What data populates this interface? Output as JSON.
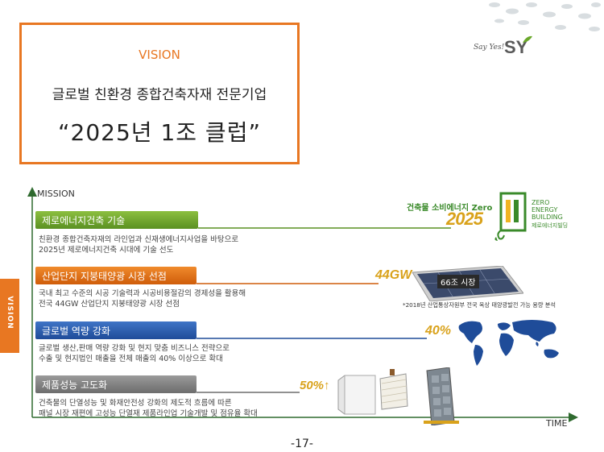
{
  "vision": {
    "label": "VISION",
    "line1": "글로벌 친환경 종합건축자재 전문기업",
    "line2": "“2025년 1조 클럽”"
  },
  "logo": {
    "tagline": "Say Yes!",
    "brand": "SY"
  },
  "axis": {
    "y_label": "MISSION",
    "x_label": "TIME"
  },
  "side_tab": "VISION",
  "missions": [
    {
      "title": "제로에너지건축 기술",
      "lines": [
        "친환경 종합건축자재의 라인업과 신재생에너지사업을 바탕으로",
        "2025년 제로에너지건축 시대에 기술 선도"
      ]
    },
    {
      "title": "산업단지 지붕태양광 시장 선점",
      "lines": [
        "국내 최고 수준의 시공 기술력과 시공비용절감의 경제성을 활용해",
        "전국 44GW 산업단지 지붕태양광 시장 선점"
      ]
    },
    {
      "title": "글로벌 역량 강화",
      "lines": [
        "글로벌 생산,판매 역량 강화 및 현지 맞춤 비즈니스 전략으로",
        "수출 및 현지법인 매출을 전체 매출의 40% 이상으로  확대"
      ]
    },
    {
      "title": "제품성능 고도화",
      "lines": [
        "건축물의 단열성능 및 화재안전성 강화의 제도적 흐름에 따른",
        "패널 시장 재편에 고성능 단열재 제품라인업 기술개발 및 점유율 확대"
      ]
    }
  ],
  "zero_energy": {
    "caption": "건축물 소비에너지 Zero",
    "year": "2025",
    "zeb_lines": [
      "ZERO",
      "ENERGY",
      "BUILDING"
    ],
    "zeb_korean": "제로에너지빌딩"
  },
  "solar": {
    "capacity": "44GW",
    "market": "66조 시장",
    "note": "*2018년 산업통상자원부 전국 옥상 태양광발전 가능 용량 분석"
  },
  "global": {
    "share": "40%"
  },
  "products": {
    "share": "50%↑"
  },
  "page_number": "-17-",
  "colors": {
    "orange": "#e87722",
    "green": "#5a9022",
    "blue": "#1f4c99",
    "gray": "#7a7a7a",
    "gold": "#d9a21b"
  }
}
